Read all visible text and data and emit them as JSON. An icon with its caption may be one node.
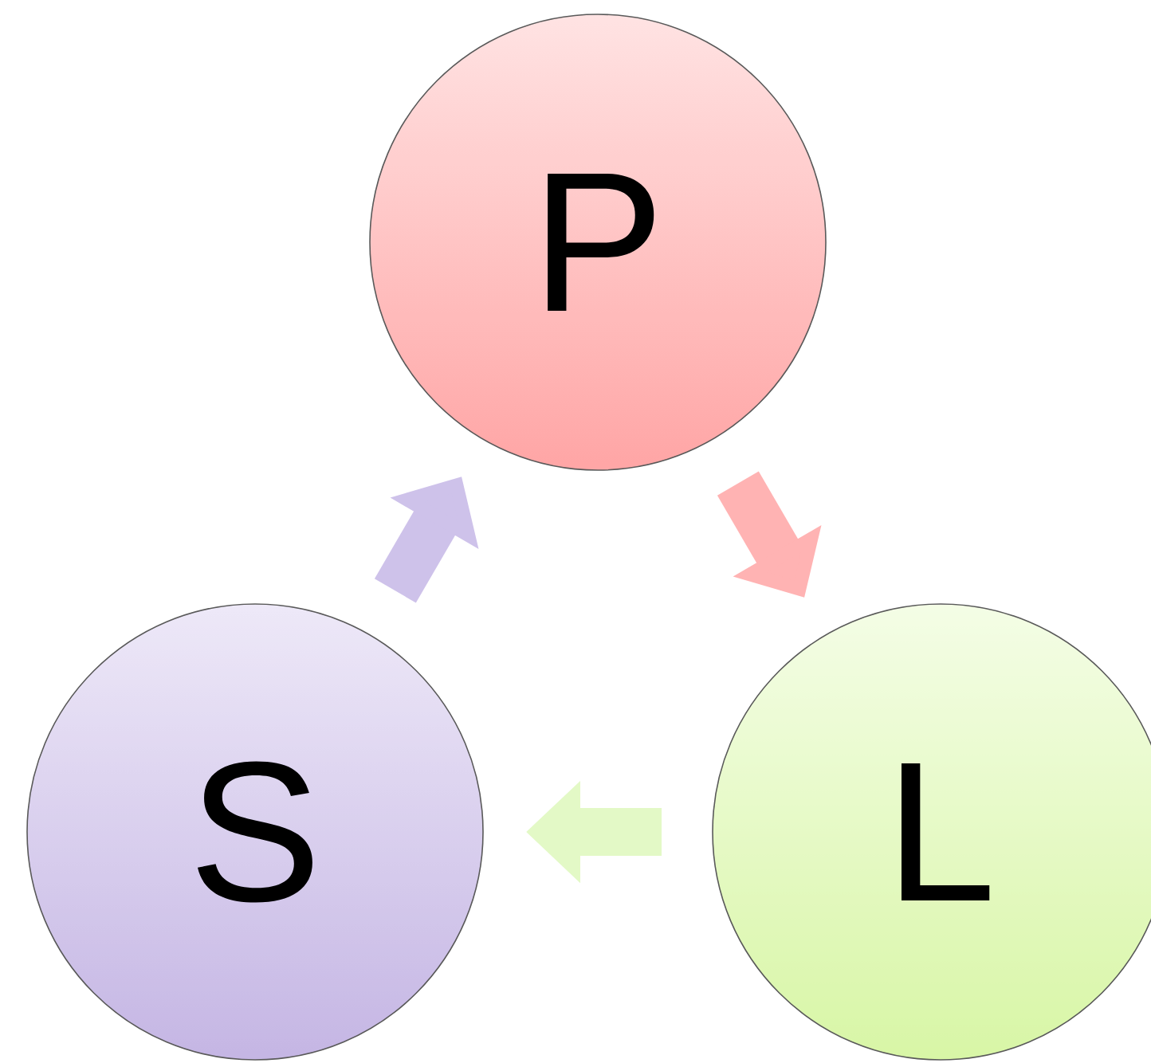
{
  "diagram": {
    "nodes": [
      {
        "text": [
          "P"
        ]
      },
      {
        "text": [
          "L"
        ]
      },
      {
        "text": [
          "S"
        ]
      }
    ],
    "edges": [
      {
        "from": 0,
        "to": 1,
        "arrow": "to",
        "color": "#ffb3b3"
      },
      {
        "from": 1,
        "to": 2,
        "arrow": "to",
        "color": "#e3f9c6"
      },
      {
        "from": 2,
        "to": 0,
        "arrow": "to",
        "color": "#cec2ea"
      }
    ]
  }
}
